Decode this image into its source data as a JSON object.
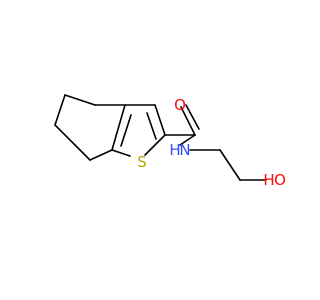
{
  "molecule": {
    "atoms": {
      "sulfur": {
        "label": "S",
        "color": "#b8a600"
      },
      "oxygen_carbonyl": {
        "label": "O",
        "color": "#ff0d0d"
      },
      "nitrogen": {
        "label": "N",
        "color": "#3050f8"
      },
      "amide_hydrogen": {
        "label": "H",
        "color": "#3050f8"
      },
      "hydroxyl_oxygen": {
        "label": "O",
        "color": "#ff0d0d"
      },
      "hydroxyl_hydrogen": {
        "label": "H",
        "color": "#ff0d0d"
      }
    },
    "bond_color": "#000000"
  }
}
